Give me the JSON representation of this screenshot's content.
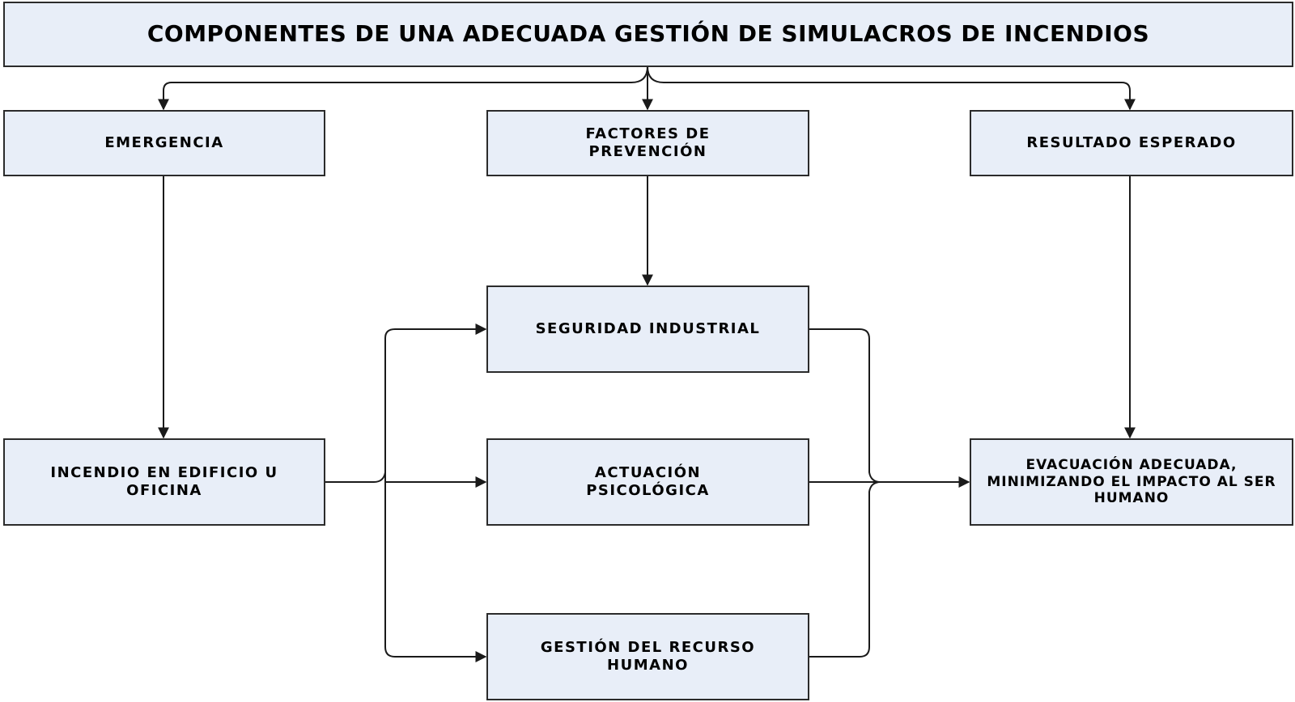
{
  "title": "COMPONENTES DE UNA ADECUADA GESTIÓN DE SIMULACROS DE INCENDIOS",
  "columns": {
    "emergencia": "EMERGENCIA",
    "factores": "FACTORES DE PREVENCIÓN",
    "resultado": "RESULTADO ESPERADO"
  },
  "incendio": "INCENDIO EN EDIFICIO U OFICINA",
  "factors": {
    "seguridad": "SEGURIDAD INDUSTRIAL",
    "actuacion": "ACTUACIÓN PSICOLÓGICA",
    "gestion": "GESTIÓN DEL RECURSO HUMANO"
  },
  "evacuacion": "EVACUACIÓN ADECUADA, MINIMIZANDO EL IMPACTO AL SER HUMANO",
  "colors": {
    "box_fill": "#e8eef8",
    "box_border": "#2b2b2b",
    "connector": "#1a1a1a"
  }
}
